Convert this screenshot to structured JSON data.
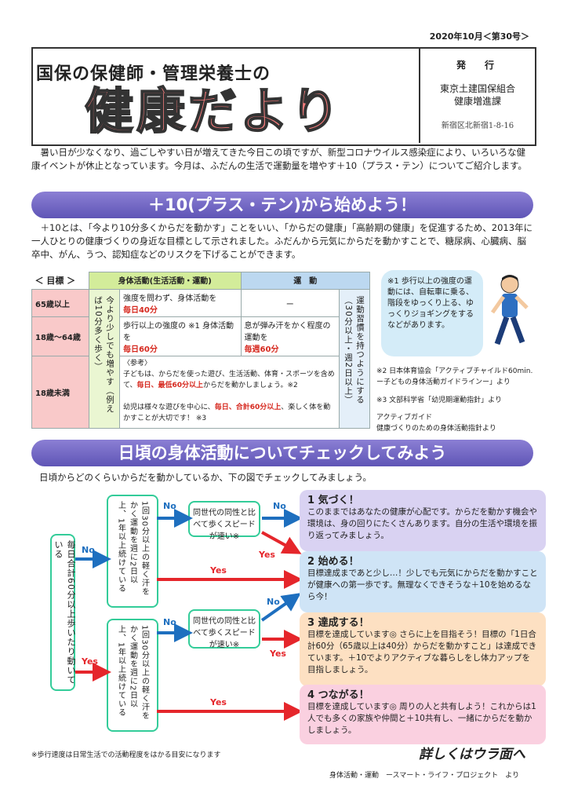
{
  "issue": "2020年10月＜第30号＞",
  "header": {
    "org": "国保の保健師・管理栄養士の",
    "title": "健康だより",
    "publisher_heading": "発　行",
    "publisher1": "東京土建国保組合",
    "publisher2": "健康増進課",
    "address": "新宿区北新宿1-8-16"
  },
  "intro": "暑い日が少なくなり、過ごしやすい日が増えてきた今日この頃ですが、新型コロナウイルス感染症により、いろいろな健康イベントが休止となっています。今月は、ふだんの生活で運動量を増やす＋10（プラス・テン）についてご紹介します。",
  "section1": {
    "title": "＋10(プラス・テン)から始めよう！",
    "body": "＋10とは、「今より10分多くからだを動かす」ことをいい、「からだの健康」「高齢期の健康」を促進するため、2013年に一人ひとりの健康づくりの身近な目標として示されました。ふだんから元気にからだを動かすことで、糖尿病、心臓病、脳卒中、がん、うつ、認知症などのリスクを下げることができます。"
  },
  "table": {
    "h_goal": "＜ 目標 ＞",
    "h_activity": "身体活動(生活活動・運動)",
    "h_exercise": "運　動",
    "age65": "65歳以上",
    "age18": "18歳〜64歳",
    "age_u18": "18歳未満",
    "vert_left": "今より少しでも増やす（例えば10分多く歩く）",
    "a65_1": "強度を問わず、身体活動を",
    "a65_2": "毎日40分",
    "e65": "ー",
    "a18_1": "歩行以上の強度の ※1 身体活動を",
    "a18_2": "毎日60分",
    "e18_1": "息が弾み汗をかく程度の運動を",
    "e18_2": "毎週60分",
    "ref_h": "〈参考〉",
    "ref1": "子どもは、からだを使った遊び、生活活動、体育・スポーツを含めて、",
    "ref2": "毎日、最低60分以上",
    "ref3": "からだを動かしましょう。※2",
    "ref4": "幼児は様々な遊びを中心に、",
    "ref5": "毎日、合計60分以上",
    "ref6": "、楽しく体を動かすことが大切です！ ※3",
    "vert_right": "運動習慣を持つようにする（30分以上・週2日以上）"
  },
  "notes": {
    "n1": "※1 歩行以上の強度の運動には、自転車に乗る、階段をゆっくり上る、ゆっくりジョギングをするなどがあります。",
    "n2": "※2 日本体育協会「アクティブチャイルド60min.ー子どもの身体活動ガイドラインー」より",
    "n3": "※3 文部科学省「幼児期運動指針」より",
    "n4a": "アクティブガイド",
    "n4b": "健康づくりのための身体活動指針より"
  },
  "section2": {
    "title": "日頃の身体活動についてチェックしてみよう",
    "lead": "日頃からどのくらいからだを動かしているか、下の図でチェックしてみましょう。"
  },
  "flow": {
    "start": "毎日合計60分以上歩いたり動いている",
    "q1": "1回30分以上の軽く汗をかく運動を週に2日以上、1年以上続けている",
    "q2": "同世代の同性と比べて歩くスピードが速い※",
    "no": "No",
    "yes": "Yes",
    "r1_t": "1 気づく！",
    "r1_b": "このままではあなたの健康が心配です。からだを動かす機会や環境は、身の回りにたくさんあります。自分の生活や環境を振り返ってみましょう。",
    "r2_t": "2 始める！",
    "r2_b": "目標達成まであと少し…！少しでも元気にからだを動かすことが健康への第一歩です。無理なくできそうな＋10を始めるなら今！",
    "r3_t": "3 達成する！",
    "r3_b": "目標を達成しています◎ さらに上を目指そう！目標の「1日合計60分（65歳以上は40分）からだを動かすこと」は達成できています。＋10でよりアクティブな暮らしをし体力アップを目指しましょう。",
    "r4_t": "4 つながる！",
    "r4_b": "目標を達成しています◎ 周りの人と共有しよう！これからは1人でも多くの家族や仲間と＋10共有し、一緒にからだを動かしましょう。"
  },
  "footer": {
    "note": "※歩行速度は日常生活での活動程度をはかる目安になります",
    "more": "詳しくはウラ面へ",
    "source": "身体活動・運動　ースマート・ライフ・プロジェクト　より"
  }
}
